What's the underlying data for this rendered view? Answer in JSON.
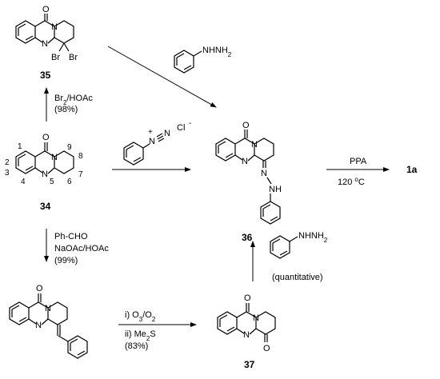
{
  "compounds": {
    "c35": "35",
    "c34": "34",
    "c36": "36",
    "c37": "37",
    "product": "1a"
  },
  "atoms": {
    "O": "O",
    "N": "N",
    "Br": "Br",
    "NH": "NH",
    "NHNH2": "NHNH",
    "sub2": "2",
    "Cl": "Cl",
    "minus": "-",
    "plus": "+"
  },
  "numbering": [
    "1",
    "2",
    "3",
    "4",
    "5",
    "6",
    "7",
    "8",
    "9"
  ],
  "conditions": {
    "bromination": [
      "Br",
      "2",
      "/HOAc",
      "(98%)"
    ],
    "aldol": [
      "Ph-CHO",
      "NaOAc/HOAc",
      "(99%)"
    ],
    "ozonolysis_1": [
      "i) O",
      "3",
      "/O",
      "2"
    ],
    "ozonolysis_2": [
      "ii) Me",
      "2",
      "S",
      "(83%)"
    ],
    "hydrazine_note": "(quantitative)",
    "ppa": "PPA",
    "temp": [
      "120 ",
      "o",
      "C"
    ]
  }
}
